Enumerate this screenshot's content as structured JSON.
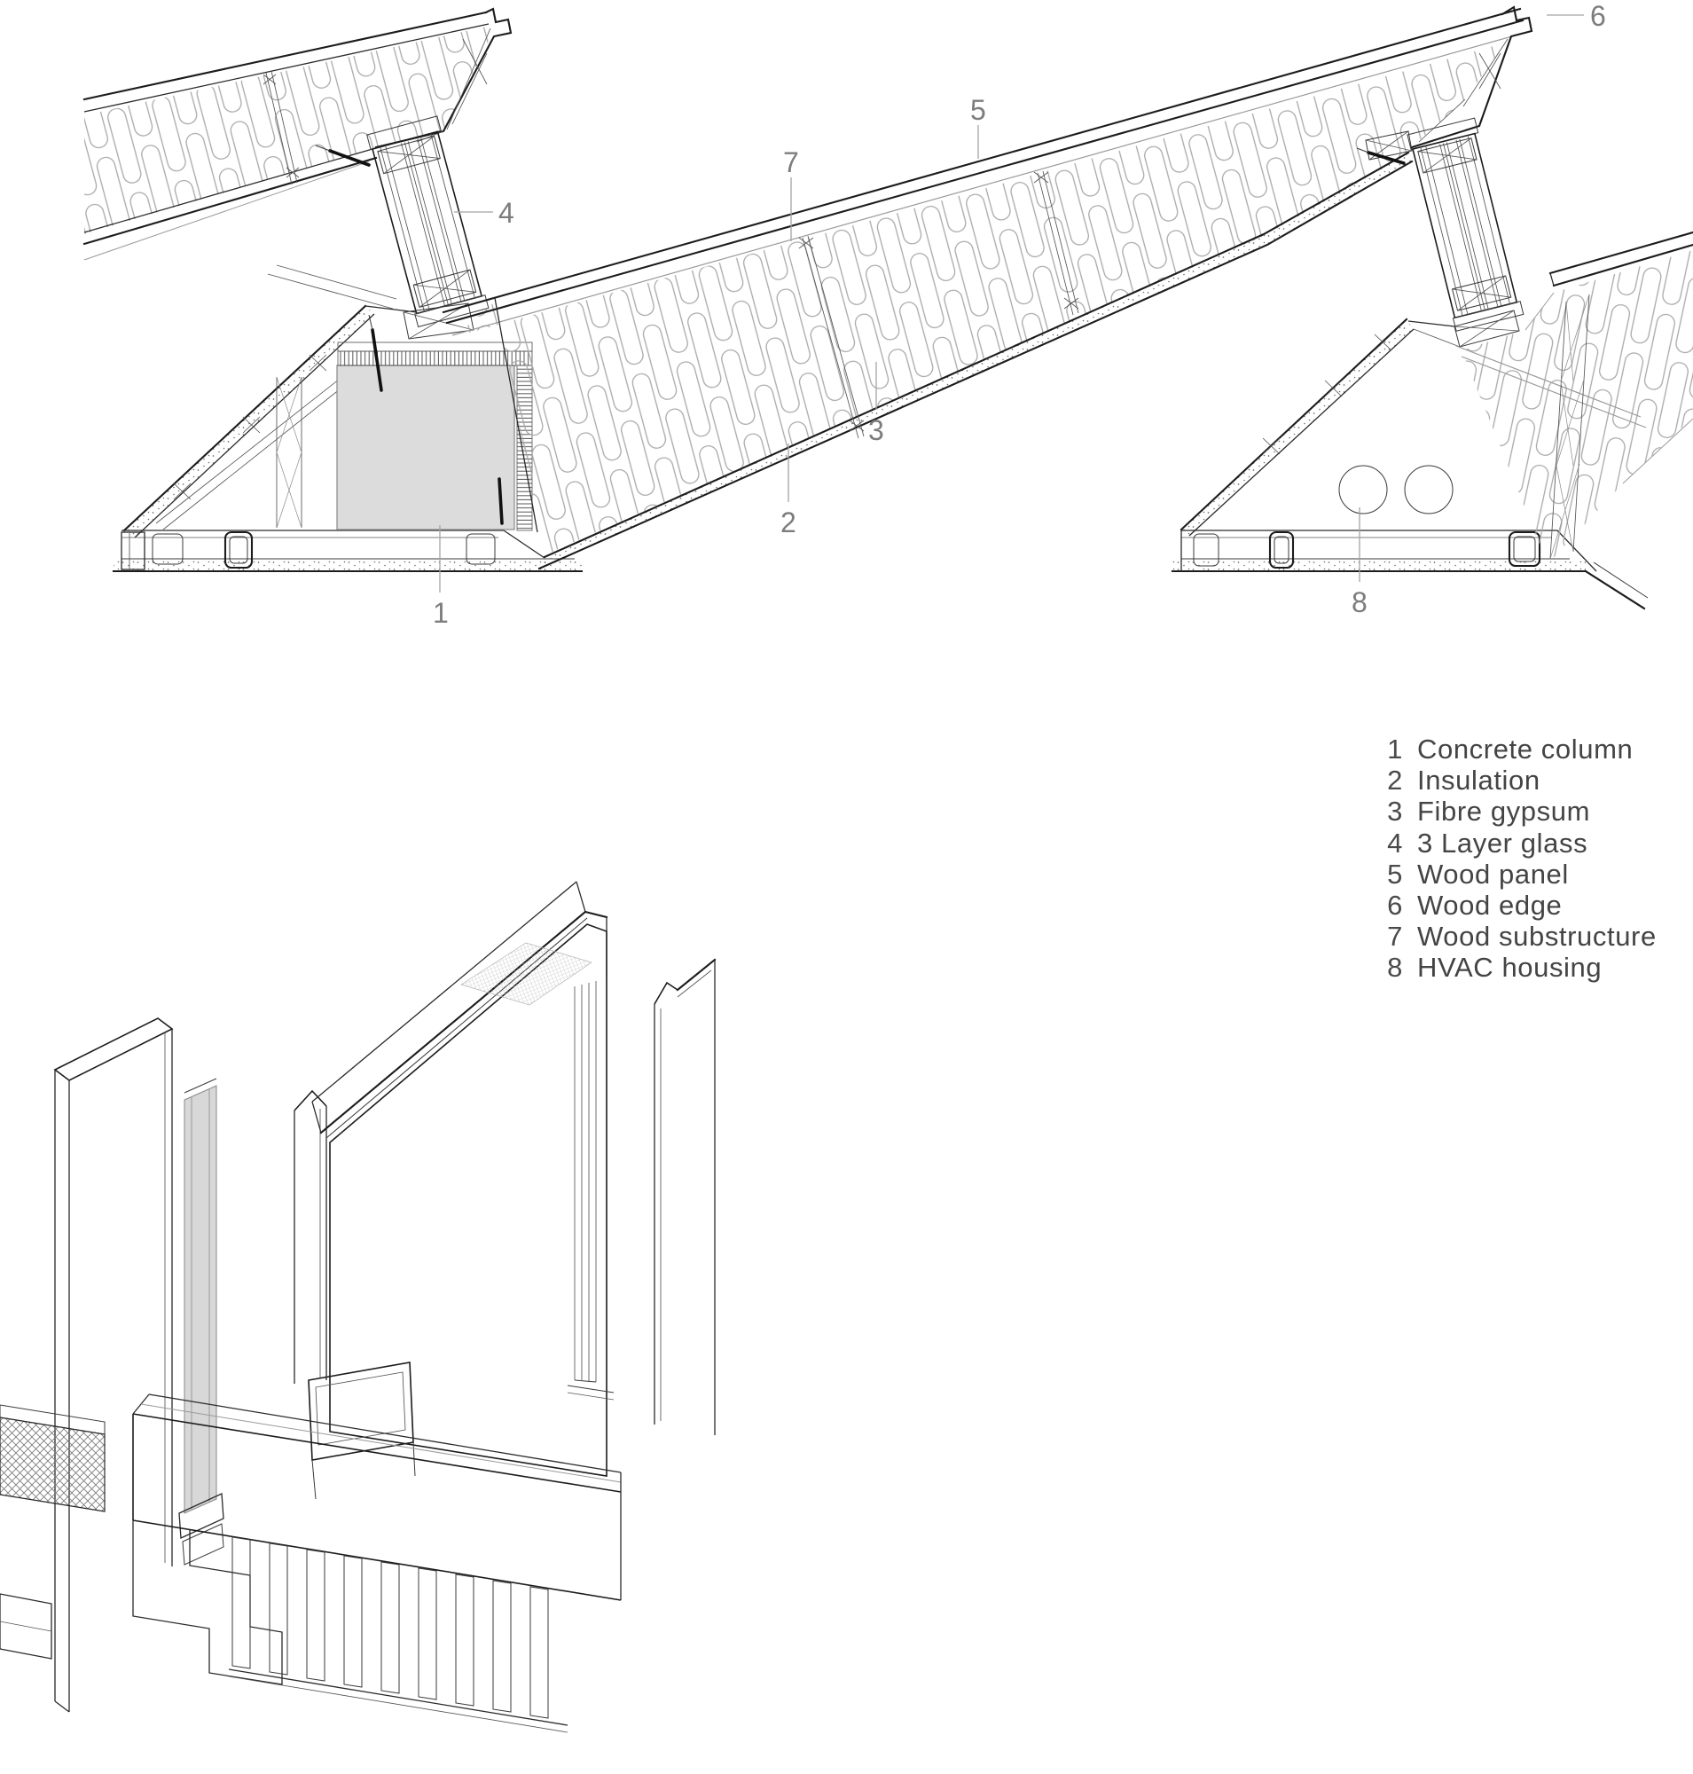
{
  "colors": {
    "line": "#1c1c1c",
    "mid": "#555555",
    "light": "#9a9a9a",
    "loop": "#a8a8a8",
    "label": "#7d7d7d",
    "legend": "#444444",
    "concrete": "#dcdcdc",
    "glass": "#d8d8d8",
    "bg": "#ffffff"
  },
  "legend": {
    "items": [
      {
        "num": "1",
        "label": "Concrete column"
      },
      {
        "num": "2",
        "label": "Insulation"
      },
      {
        "num": "3",
        "label": "Fibre gypsum"
      },
      {
        "num": "4",
        "label": "3 Layer glass"
      },
      {
        "num": "5",
        "label": "Wood panel"
      },
      {
        "num": "6",
        "label": "Wood edge"
      },
      {
        "num": "7",
        "label": "Wood substructure"
      },
      {
        "num": "8",
        "label": "HVAC housing"
      }
    ]
  },
  "callouts": [
    {
      "n": "1"
    },
    {
      "n": "2"
    },
    {
      "n": "3"
    },
    {
      "n": "4"
    },
    {
      "n": "5"
    },
    {
      "n": "6"
    },
    {
      "n": "7"
    },
    {
      "n": "8"
    }
  ]
}
